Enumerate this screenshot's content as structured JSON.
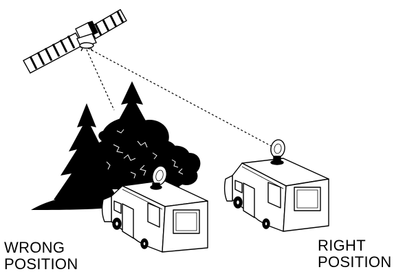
{
  "labels": {
    "wrong_line1": "WRONG",
    "wrong_line2": "POSITION",
    "right_line1": "RIGHT",
    "right_line2": "POSITION"
  },
  "colors": {
    "ink": "#000000",
    "paper": "#ffffff"
  },
  "icons": [
    "satellite-icon",
    "forest-icon",
    "motorhome-icon",
    "satellite-dish-icon",
    "signal-line"
  ]
}
